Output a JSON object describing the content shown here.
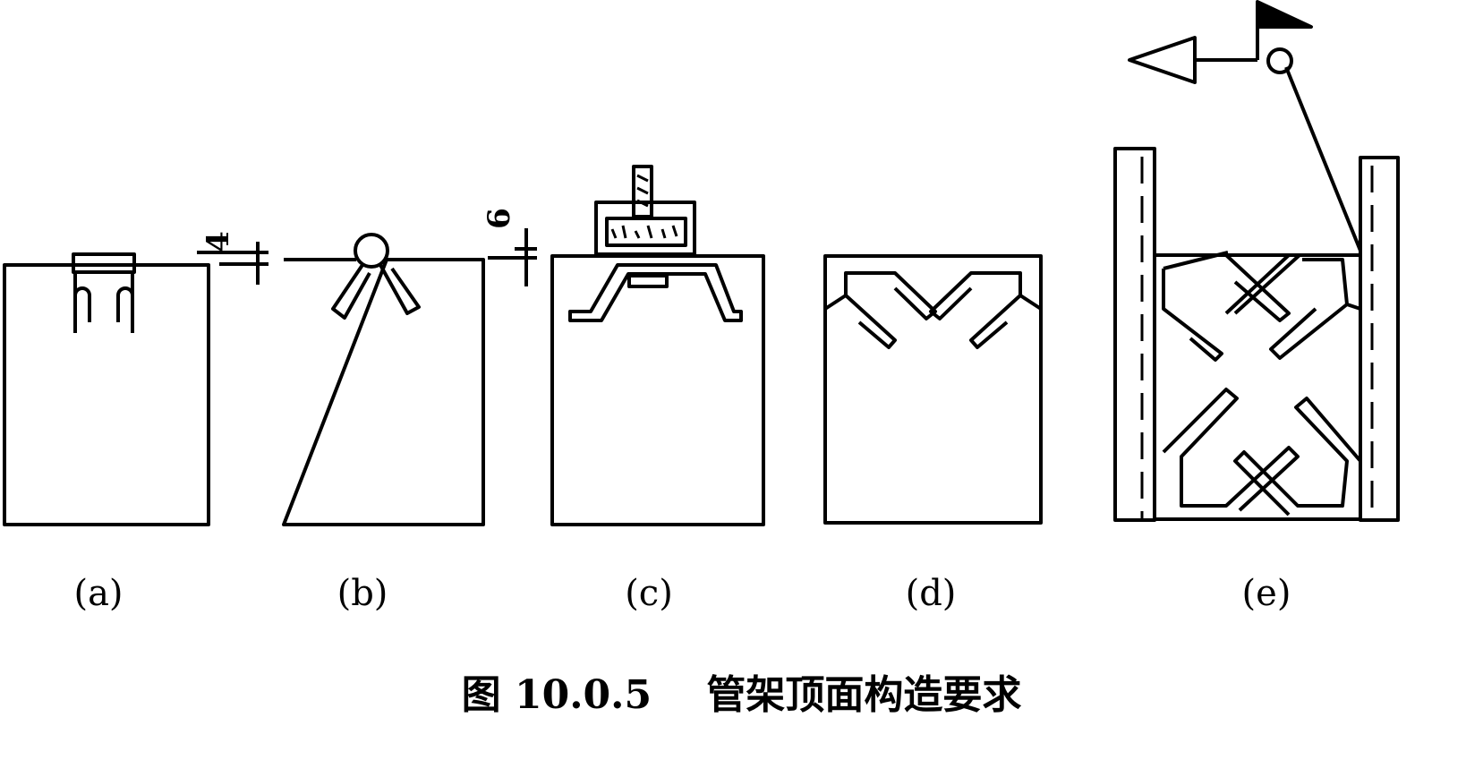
{
  "figure": {
    "caption": "图 10.0.5    管架顶面构造要求",
    "panels": [
      {
        "label": "(a)"
      },
      {
        "label": "(b)"
      },
      {
        "label": "(c)"
      },
      {
        "label": "(d)"
      },
      {
        "label": "(e)"
      }
    ],
    "dimensions": {
      "a_gap": "4",
      "b_gap": "6"
    },
    "stroke_color": "#000000",
    "background_color": "#ffffff"
  }
}
